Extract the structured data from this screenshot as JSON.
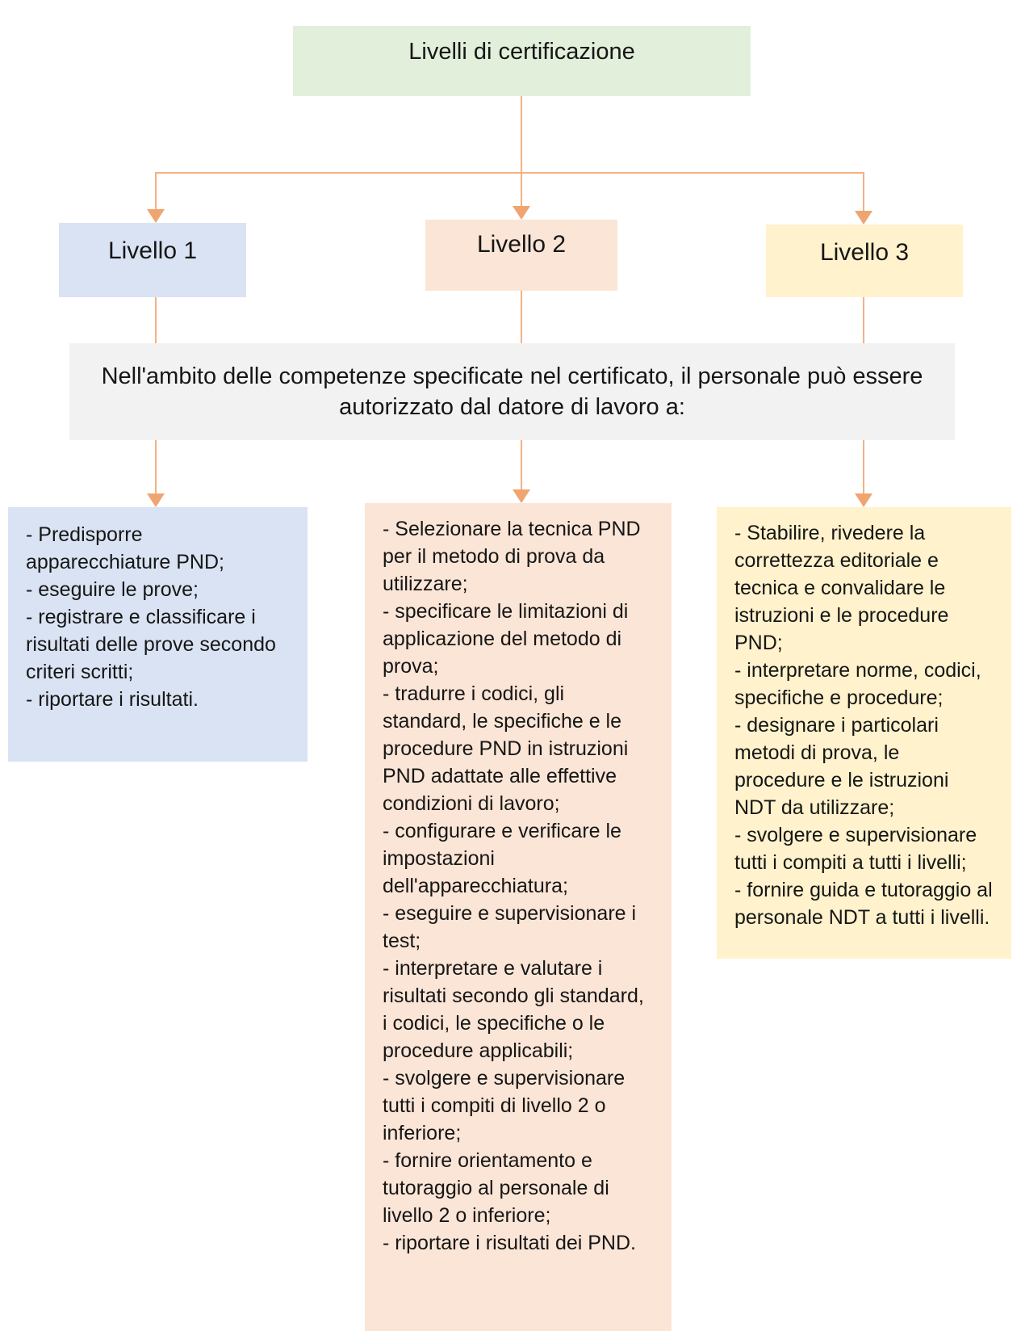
{
  "title": {
    "label": "Livelli di certificazione"
  },
  "banner": {
    "text": "Nell'ambito delle competenze specificate nel certificato, il personale può essere autorizzato dal datore di lavoro a:"
  },
  "levels": [
    {
      "label": "Livello 1",
      "items": [
        "- Predisporre apparecchiature PND;",
        "- eseguire le prove;",
        "- registrare e classificare i risultati delle prove secondo criteri scritti;",
        "- riportare i risultati."
      ]
    },
    {
      "label": "Livello 2",
      "items": [
        "- Selezionare la tecnica PND per il metodo di prova da utilizzare;",
        "- specificare le limitazioni di applicazione del metodo di prova;",
        "- tradurre i codici, gli standard, le specifiche e le procedure PND in istruzioni PND adattate alle effettive condizioni di lavoro;",
        "- configurare e verificare le impostazioni dell'apparecchiatura;",
        "- eseguire e supervisionare i test;",
        "- interpretare e valutare i risultati secondo gli standard, i codici, le specifiche o le procedure applicabili;",
        "- svolgere e supervisionare tutti i compiti di livello 2 o inferiore;",
        "- fornire orientamento e tutoraggio al personale di livello 2 o inferiore;",
        "- riportare i risultati dei PND."
      ]
    },
    {
      "label": "Livello 3",
      "items": [
        "- Stabilire, rivedere la correttezza editoriale e tecnica e convalidare le istruzioni e le procedure PND;",
        "- interpretare norme, codici, specifiche e procedure;",
        "- designare i particolari metodi di prova, le procedure e le istruzioni NDT da utilizzare;",
        "- svolgere e supervisionare tutti i compiti a tutti i livelli;",
        "- fornire guida e tutoraggio al personale NDT a tutti i livelli."
      ]
    }
  ],
  "colors": {
    "green": "#e2efda",
    "blue": "#dae3f3",
    "peach": "#fbe5d6",
    "yellow": "#fff2cc",
    "gray": "#f2f2f2",
    "arrow": "#f4b183",
    "arrowhead": "#f0a571",
    "text": "#161616"
  }
}
